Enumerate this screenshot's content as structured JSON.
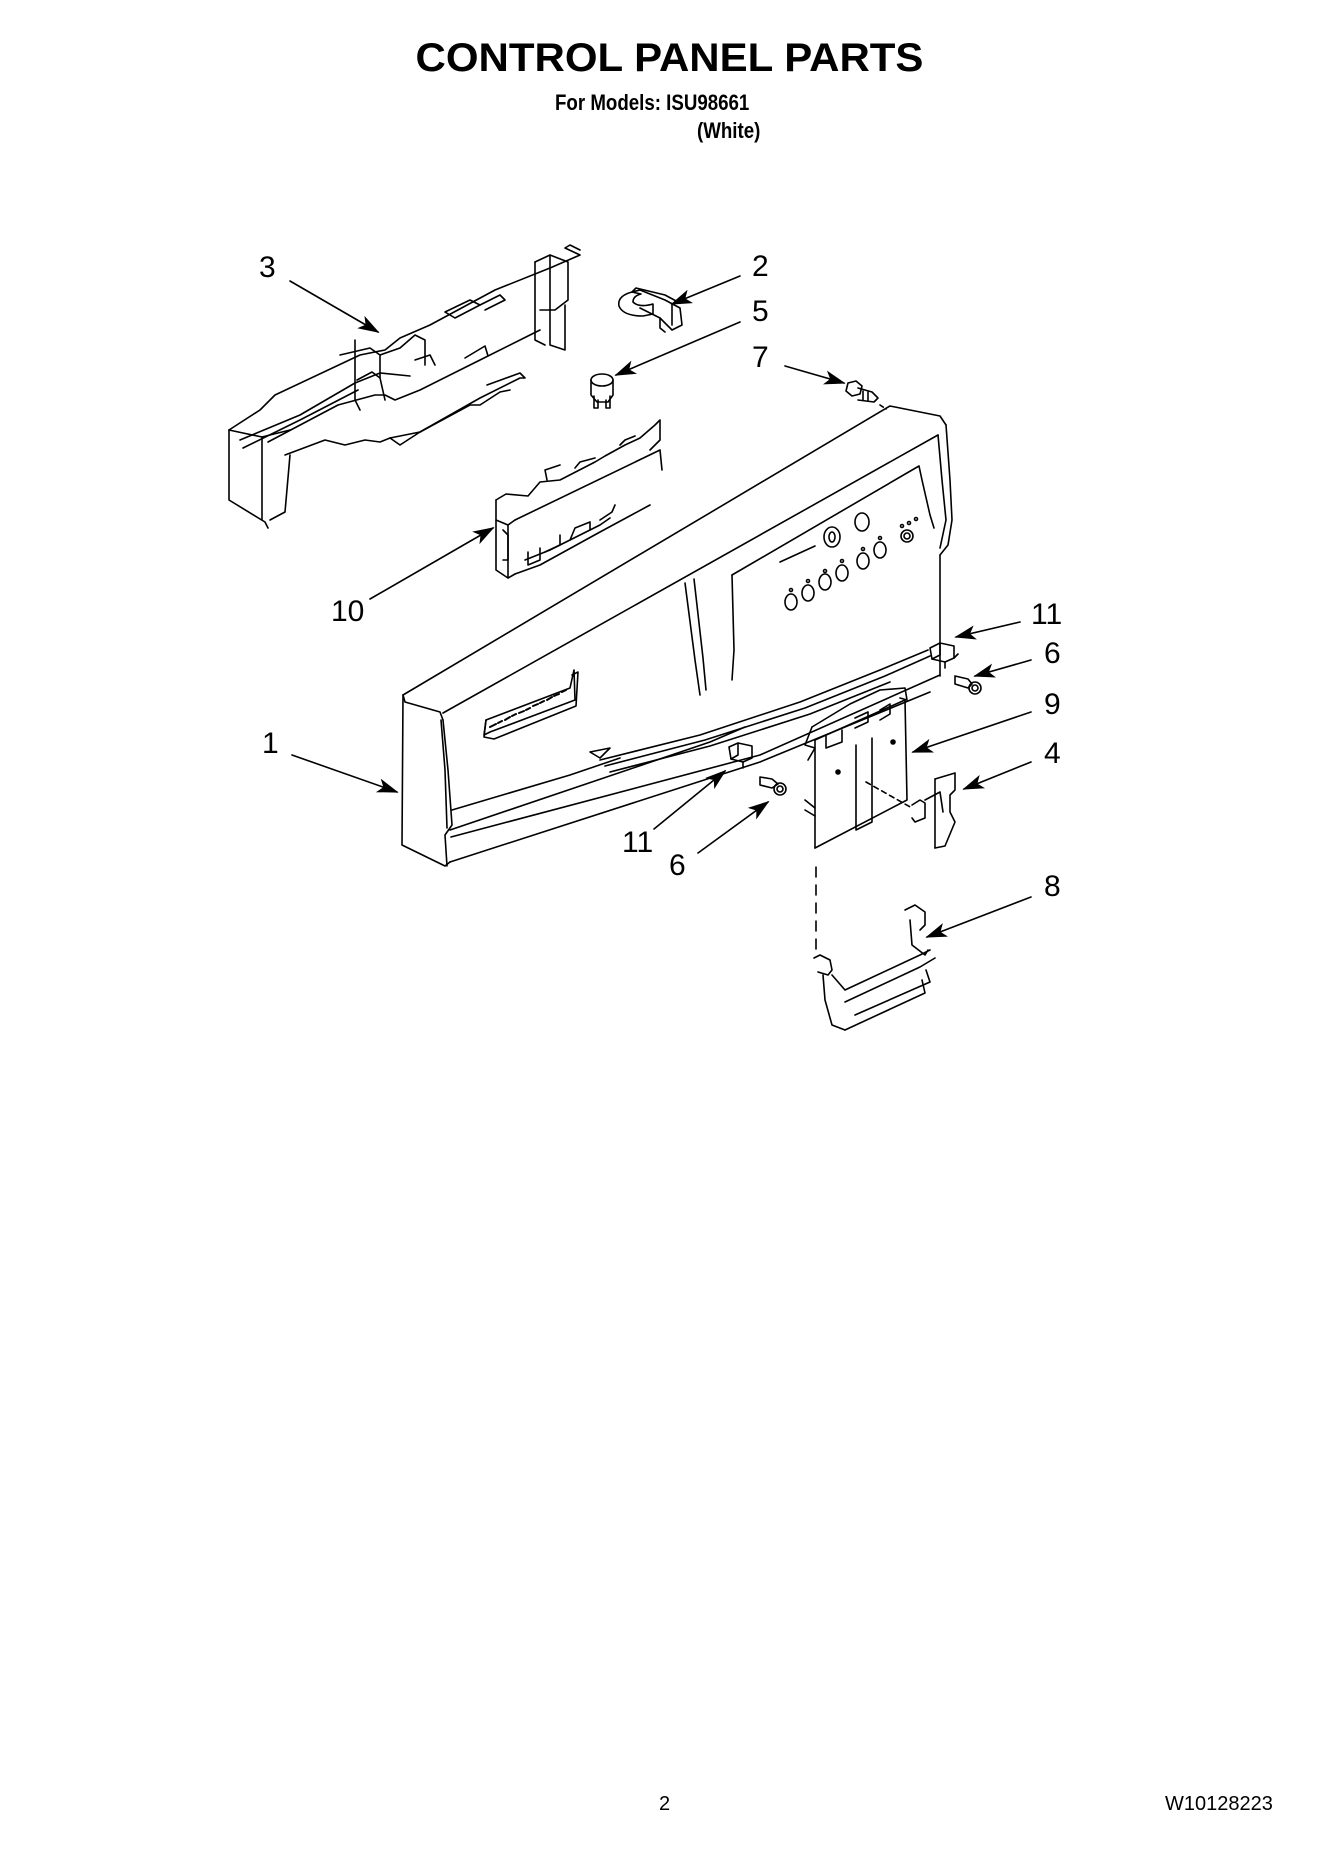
{
  "header": {
    "title": "CONTROL PANEL PARTS",
    "models_line": "For Models: ISU98661",
    "color_line": "(White)"
  },
  "diagram": {
    "description": "Exploded view of dishwasher control panel assembly",
    "callouts": [
      {
        "id": "callout-3",
        "label": "3",
        "part": "control-housing-bracket"
      },
      {
        "id": "callout-2",
        "label": "2",
        "part": "wire-clip"
      },
      {
        "id": "callout-5",
        "label": "5",
        "part": "thermal-fuse-cap"
      },
      {
        "id": "callout-7",
        "label": "7",
        "part": "screw"
      },
      {
        "id": "callout-10",
        "label": "10",
        "part": "electronic-control-board"
      },
      {
        "id": "callout-1",
        "label": "1",
        "part": "control-panel-console"
      },
      {
        "id": "callout-11a",
        "label": "11",
        "part": "door-switch-actuator"
      },
      {
        "id": "callout-6a",
        "label": "6",
        "part": "screw"
      },
      {
        "id": "callout-9",
        "label": "9",
        "part": "latch-bracket"
      },
      {
        "id": "callout-4",
        "label": "4",
        "part": "latch-cover"
      },
      {
        "id": "callout-11b",
        "label": "11",
        "part": "door-switch-actuator"
      },
      {
        "id": "callout-6b",
        "label": "6",
        "part": "screw"
      },
      {
        "id": "callout-8",
        "label": "8",
        "part": "door-handle"
      }
    ]
  },
  "footer": {
    "page_number": "2",
    "document_number": "W10128223"
  },
  "colors": {
    "ink": "#000000",
    "paper": "#ffffff"
  }
}
